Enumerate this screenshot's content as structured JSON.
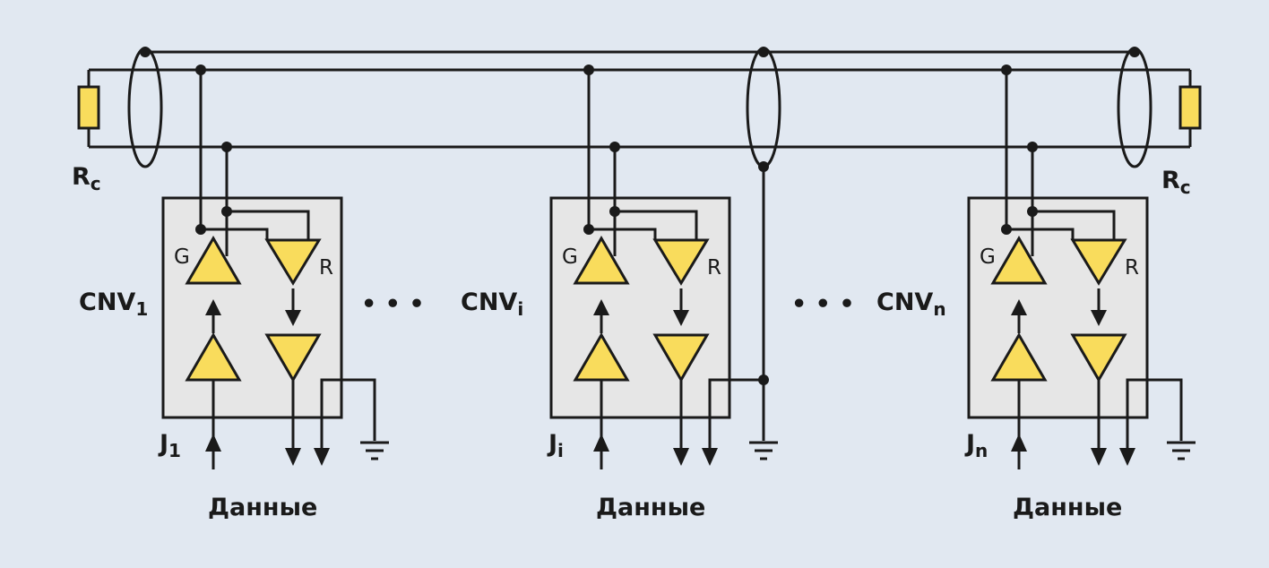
{
  "resistors": [
    {
      "label": "R",
      "sub": "c"
    },
    {
      "label": "R",
      "sub": "c"
    }
  ],
  "gate_labels": {
    "transmit": "G",
    "receive": "R"
  },
  "converters": [
    {
      "name": "CNV",
      "index": "1",
      "input": "J",
      "input_index": "1",
      "data_label": "Данные"
    },
    {
      "name": "CNV",
      "index": "i",
      "input": "J",
      "input_index": "i",
      "data_label": "Данные"
    },
    {
      "name": "CNV",
      "index": "n",
      "input": "J",
      "input_index": "n",
      "data_label": "Данные"
    }
  ],
  "ellipsis": "• • •"
}
